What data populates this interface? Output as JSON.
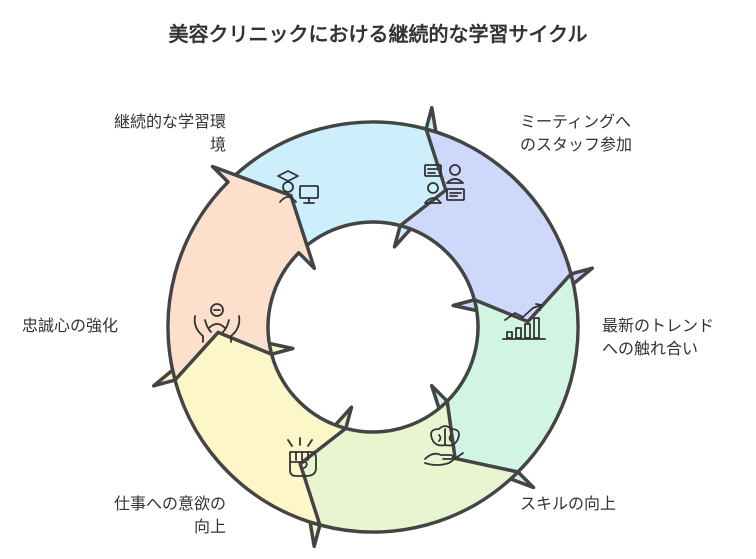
{
  "title": "美容クリニックにおける継続的な学習サイクル",
  "segments": [
    {
      "label": "継続的な学習環境",
      "label_lines": [
        "継続的な学習環",
        "境"
      ],
      "icon": "graduate-computer-icon",
      "color": "#cdeefb"
    },
    {
      "label": "ミーティングへのスタッフ参加",
      "label_lines": [
        "ミーティングへ",
        "のスタッフ参加"
      ],
      "icon": "meeting-chat-icon",
      "color": "#cdd8fb"
    },
    {
      "label": "最新のトレンドへの触れ合い",
      "label_lines": [
        "最新のトレンド",
        "への触れ合い"
      ],
      "icon": "trend-chart-icon",
      "color": "#d2f5e3"
    },
    {
      "label": "スキルの向上",
      "label_lines": [
        "スキルの向上"
      ],
      "icon": "brain-hand-icon",
      "color": "#e8f5d0"
    },
    {
      "label": "仕事への意欲の向上",
      "label_lines": [
        "仕事への意欲の",
        "向上"
      ],
      "icon": "fist-icon",
      "color": "#fdf6c8"
    },
    {
      "label": "忠誠心の強化",
      "label_lines": [
        "忠誠心の強化"
      ],
      "icon": "person-hands-icon",
      "color": "#fde0cc"
    }
  ]
}
